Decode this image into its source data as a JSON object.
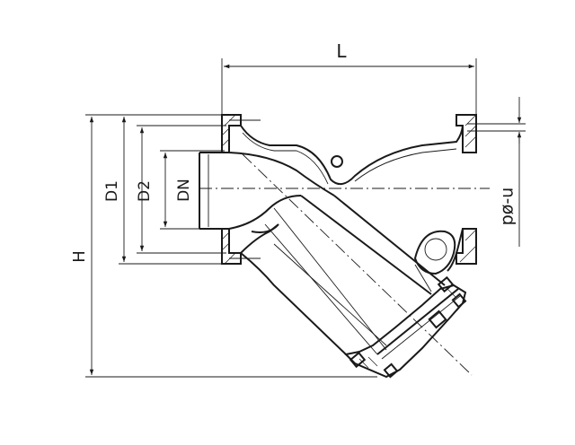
{
  "drawing": {
    "type": "Y-strainer flanged engineering drawing",
    "dimensions": {
      "L": "L",
      "H": "H",
      "D1": "D1",
      "D2": "D2",
      "DN": "DN",
      "bolt_holes": "n-ød"
    },
    "line_color": "#1a1a1a",
    "background": "#ffffff"
  }
}
